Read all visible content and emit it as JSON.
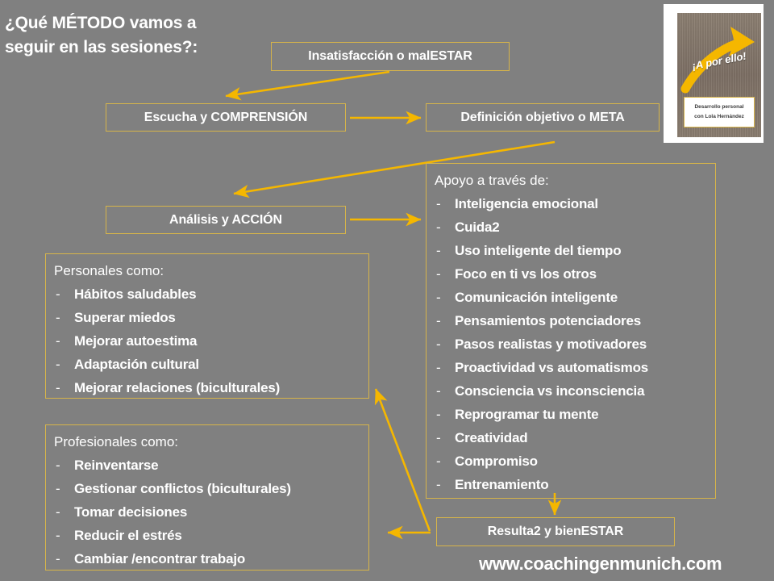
{
  "slide": {
    "background_color": "#808080",
    "accent_color": "#f5b700",
    "box_border_color": "#d6b44a",
    "text_color": "#ffffff",
    "title": "¿Qué MÉTODO vamos a seguir en las sesiones?:",
    "title_line1": "¿Qué MÉTODO vamos a",
    "title_line2": "seguir en las sesiones?:",
    "website": "www.coachingenmunich.com"
  },
  "flow_boxes": {
    "insatisfaccion": "Insatisfacción o malESTAR",
    "escucha": "Escucha y COMPRENSIÓN",
    "definicion": "Definición objetivo o META",
    "analisis": "Análisis y ACCIÓN",
    "resulta2": "Resulta2 y bienESTAR"
  },
  "apoyo_box": {
    "heading": "Apoyo a través de:",
    "bullet_marker": "-",
    "items": [
      "Inteligencia emocional",
      "Cuida2",
      "Uso inteligente del tiempo",
      "Foco en ti vs los otros",
      "Comunicación inteligente",
      "Pensamientos potenciadores",
      "Pasos realistas y motivadores",
      "Proactividad vs automatismos",
      "Consciencia vs inconsciencia",
      "Reprogramar tu mente",
      "Creatividad",
      "Compromiso",
      "Entrenamiento"
    ]
  },
  "personales_box": {
    "heading": "Personales como:",
    "bullet_marker": "-",
    "items": [
      "Hábitos saludables",
      "Superar miedos",
      "Mejorar autoestima",
      "Adaptación cultural",
      "Mejorar relaciones (biculturales)"
    ]
  },
  "profesionales_box": {
    "heading": "Profesionales como:",
    "bullet_marker": "-",
    "items": [
      "Reinventarse",
      "Gestionar conflictos (biculturales)",
      "Tomar decisiones",
      "Reducir el estrés",
      "Cambiar /encontrar trabajo"
    ]
  },
  "logo": {
    "slogan": "¡A por ello!",
    "caption_line1": "Desarrollo personal",
    "caption_line2": "con Lola Hernández",
    "arrow_color": "#f5b700"
  }
}
